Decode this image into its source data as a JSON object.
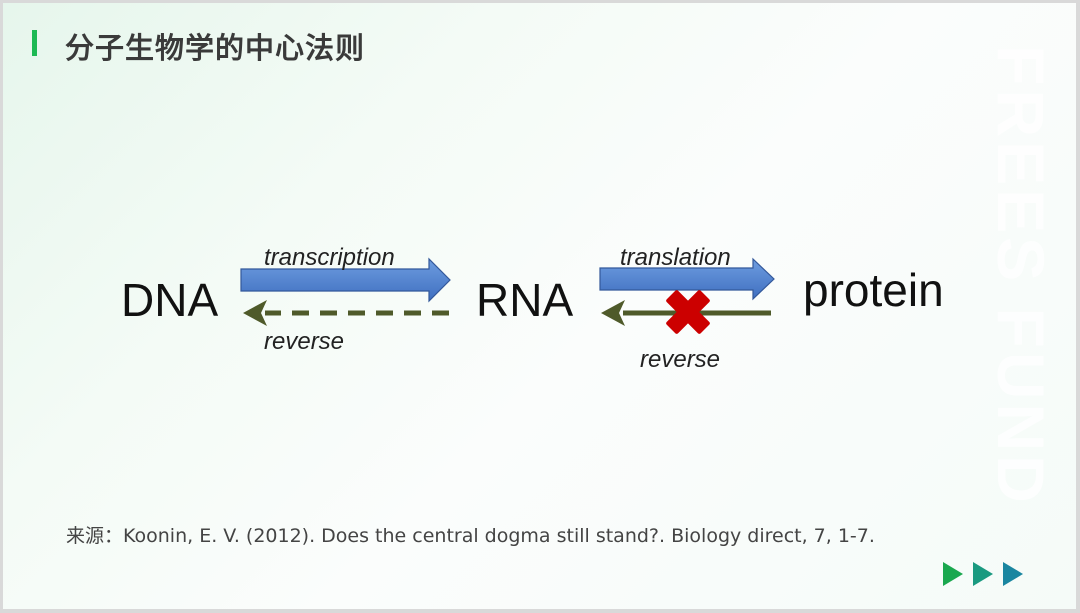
{
  "slide": {
    "title": "分子生物学的中心法则",
    "watermark": "FREES FUND",
    "source": "来源：Koonin, E. V. (2012). Does the central dogma still stand?. Biology direct, 7, 1-7."
  },
  "diagram": {
    "nodes": [
      {
        "id": "dna",
        "label": "DNA"
      },
      {
        "id": "rna",
        "label": "RNA"
      },
      {
        "id": "protein",
        "label": "protein"
      }
    ],
    "edges": [
      {
        "from": "DNA",
        "to": "RNA",
        "label": "transcription",
        "style": "solid-block-arrow",
        "color": "#4a7fd0"
      },
      {
        "from": "RNA",
        "to": "DNA",
        "label": "reverse",
        "style": "dashed-arrow",
        "color": "#4f5a2a"
      },
      {
        "from": "RNA",
        "to": "protein",
        "label": "translation",
        "style": "solid-block-arrow",
        "color": "#4a7fd0"
      },
      {
        "from": "protein",
        "to": "RNA",
        "label": "reverse",
        "style": "solid-arrow-blocked",
        "color": "#4f5a2a",
        "blocked": true,
        "block_color": "#cc0000"
      }
    ]
  },
  "colors": {
    "accent": "#1db954",
    "forward_arrow": "#4a7fd0",
    "reverse_arrow": "#4f5a2a",
    "blocked_mark": "#cc0000",
    "nav_arrow_1": "#1aa84f",
    "nav_arrow_2": "#1a9a80",
    "nav_arrow_3": "#1a86a0"
  },
  "icons": {
    "nav": "triple-play-arrows-icon",
    "blocked": "red-x-icon"
  }
}
